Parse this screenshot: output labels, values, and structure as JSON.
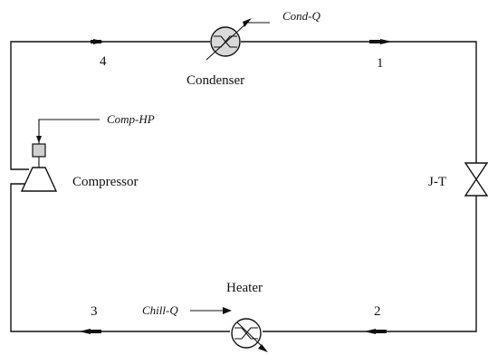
{
  "components": {
    "condenser": "Condenser",
    "compressor": "Compressor",
    "jt_valve": "J-T",
    "heater": "Heater"
  },
  "energy_streams": {
    "cond_q": "Cond-Q",
    "comp_hp": "Comp-HP",
    "chill_q": "Chill-Q"
  },
  "streams": {
    "s1": "1",
    "s2": "2",
    "s3": "3",
    "s4": "4"
  },
  "colors": {
    "line": "#111111",
    "exchanger_fill": "#d9d9d9",
    "background": "#ffffff"
  }
}
